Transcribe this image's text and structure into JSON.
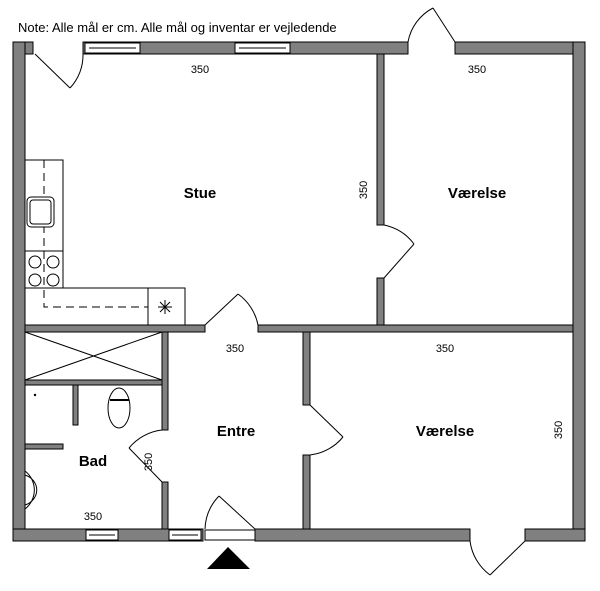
{
  "note": "Note: Alle mål er cm. Alle mål og inventar er vejledende",
  "rooms": {
    "stue": "Stue",
    "vaerelse_top": "Værelse",
    "entre": "Entre",
    "vaerelse_bottom": "Værelse",
    "bad": "Bad"
  },
  "dimensions": {
    "stue_width": "350",
    "stue_height": "350",
    "vaerelse_top_width": "350",
    "entre_width": "350",
    "vaerelse_bottom_width": "350",
    "vaerelse_bottom_height": "350",
    "bad_height": "350",
    "bad_width": "350"
  },
  "colors": {
    "wall": "#808080",
    "line": "#000000"
  }
}
